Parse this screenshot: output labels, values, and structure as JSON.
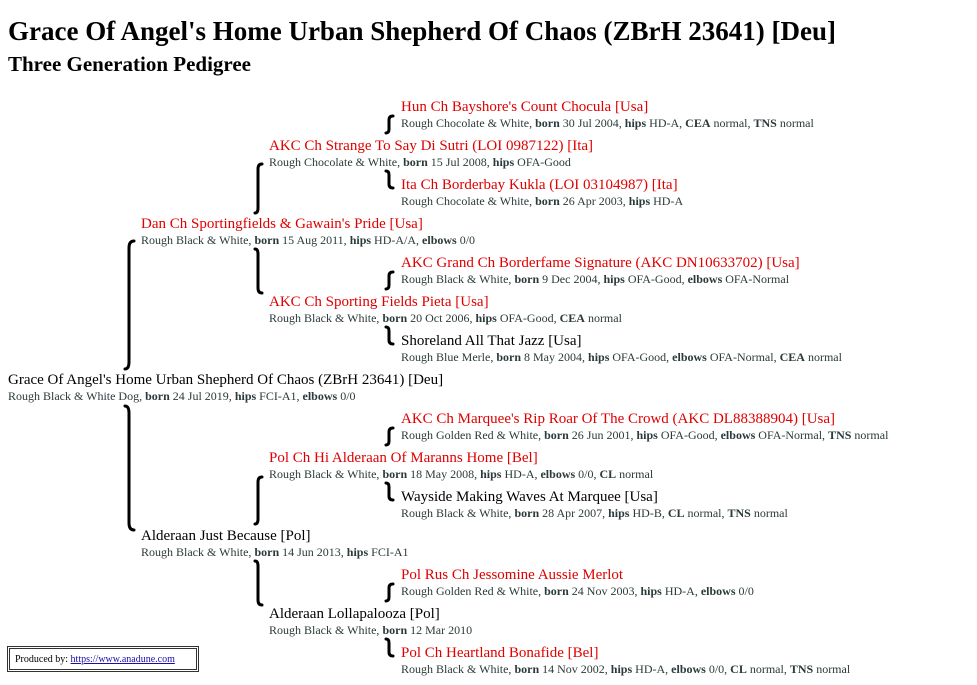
{
  "title": "Grace Of Angel's Home Urban Shepherd Of Chaos (ZBrH 23641) [Deu]",
  "subtitle": "Three Generation Pedigree",
  "labels": {
    "born": "born",
    "hips": "hips",
    "elbows": "elbows",
    "cea": "CEA",
    "tns": "TNS",
    "cl": "CL"
  },
  "colors": {
    "linked_name": "#e00000",
    "text": "#000000",
    "details": "#2b3a3a"
  },
  "dogs": {
    "subject": {
      "name": "Grace Of Angel's Home Urban Shepherd Of Chaos (ZBrH 23641) [Deu]",
      "desc": "Rough Black & White Dog,",
      "born": "24 Jul 2019,",
      "hips": "FCI-A1,",
      "elbows": "0/0"
    },
    "sire": {
      "name": "Dan Ch Sportingfields & Gawain's Pride [Usa]",
      "desc": "Rough Black & White,",
      "born": "15 Aug 2011,",
      "hips": "HD-A/A,",
      "elbows": "0/0"
    },
    "sire_sire": {
      "name": "AKC Ch Strange To Say Di Sutri (LOI 0987122) [Ita]",
      "desc": "Rough Chocolate & White,",
      "born": "15 Jul 2008,",
      "hips": "OFA-Good"
    },
    "sire_sire_sire": {
      "name": "Hun Ch Bayshore's Count Chocula [Usa]",
      "desc": "Rough Chocolate & White,",
      "born": "30 Jul 2004,",
      "hips": "HD-A,",
      "cea": "normal,",
      "tns": "normal"
    },
    "sire_sire_dam": {
      "name": "Ita Ch Borderbay Kukla (LOI 03104987) [Ita]",
      "desc": "Rough Chocolate & White,",
      "born": "26 Apr 2003,",
      "hips": "HD-A"
    },
    "sire_dam": {
      "name": "AKC Ch Sporting Fields Pieta [Usa]",
      "desc": "Rough Black & White,",
      "born": "20 Oct 2006,",
      "hips": "OFA-Good,",
      "cea": "normal"
    },
    "sire_dam_sire": {
      "name": "AKC Grand Ch Borderfame Signature (AKC DN10633702) [Usa]",
      "desc": "Rough Black & White,",
      "born": "9 Dec 2004,",
      "hips": "OFA-Good,",
      "elbows": "OFA-Normal"
    },
    "sire_dam_dam": {
      "name": "Shoreland All That Jazz [Usa]",
      "desc": "Rough Blue Merle,",
      "born": "8 May 2004,",
      "hips": "OFA-Good,",
      "elbows": "OFA-Normal,",
      "cea": "normal"
    },
    "dam": {
      "name": "Alderaan Just Because [Pol]",
      "desc": "Rough Black & White,",
      "born": "14 Jun 2013,",
      "hips": "FCI-A1"
    },
    "dam_sire": {
      "name": "Pol Ch Hi Alderaan Of Maranns Home [Bel]",
      "desc": "Rough Black & White,",
      "born": "18 May 2008,",
      "hips": "HD-A,",
      "elbows": "0/0,",
      "cl": "normal"
    },
    "dam_sire_sire": {
      "name": "AKC Ch Marquee's Rip Roar Of The Crowd (AKC DL88388904) [Usa]",
      "desc": "Rough Golden Red & White,",
      "born": "26 Jun 2001,",
      "hips": "OFA-Good,",
      "elbows": "OFA-Normal,",
      "tns": "normal"
    },
    "dam_sire_dam": {
      "name": "Wayside Making Waves At Marquee [Usa]",
      "desc": "Rough Black & White,",
      "born": "28 Apr 2007,",
      "hips": "HD-B,",
      "cl": "normal,",
      "tns": "normal"
    },
    "dam_dam": {
      "name": "Alderaan Lollapalooza [Pol]",
      "desc": "Rough Black & White,",
      "born": "12 Mar 2010"
    },
    "dam_dam_sire": {
      "name": "Pol Rus Ch Jessomine Aussie Merlot",
      "desc": "Rough Golden Red & White,",
      "born": "24 Nov 2003,",
      "hips": "HD-A,",
      "elbows": "0/0"
    },
    "dam_dam_dam": {
      "name": "Pol Ch Heartland Bonafide [Bel]",
      "desc": "Rough Black & White,",
      "born": "14 Nov 2002,",
      "hips": "HD-A,",
      "elbows": "0/0,",
      "cl": "normal,",
      "tns": "normal"
    }
  },
  "footer": {
    "label": "Produced by:",
    "link": "https://www.anadune.com"
  }
}
